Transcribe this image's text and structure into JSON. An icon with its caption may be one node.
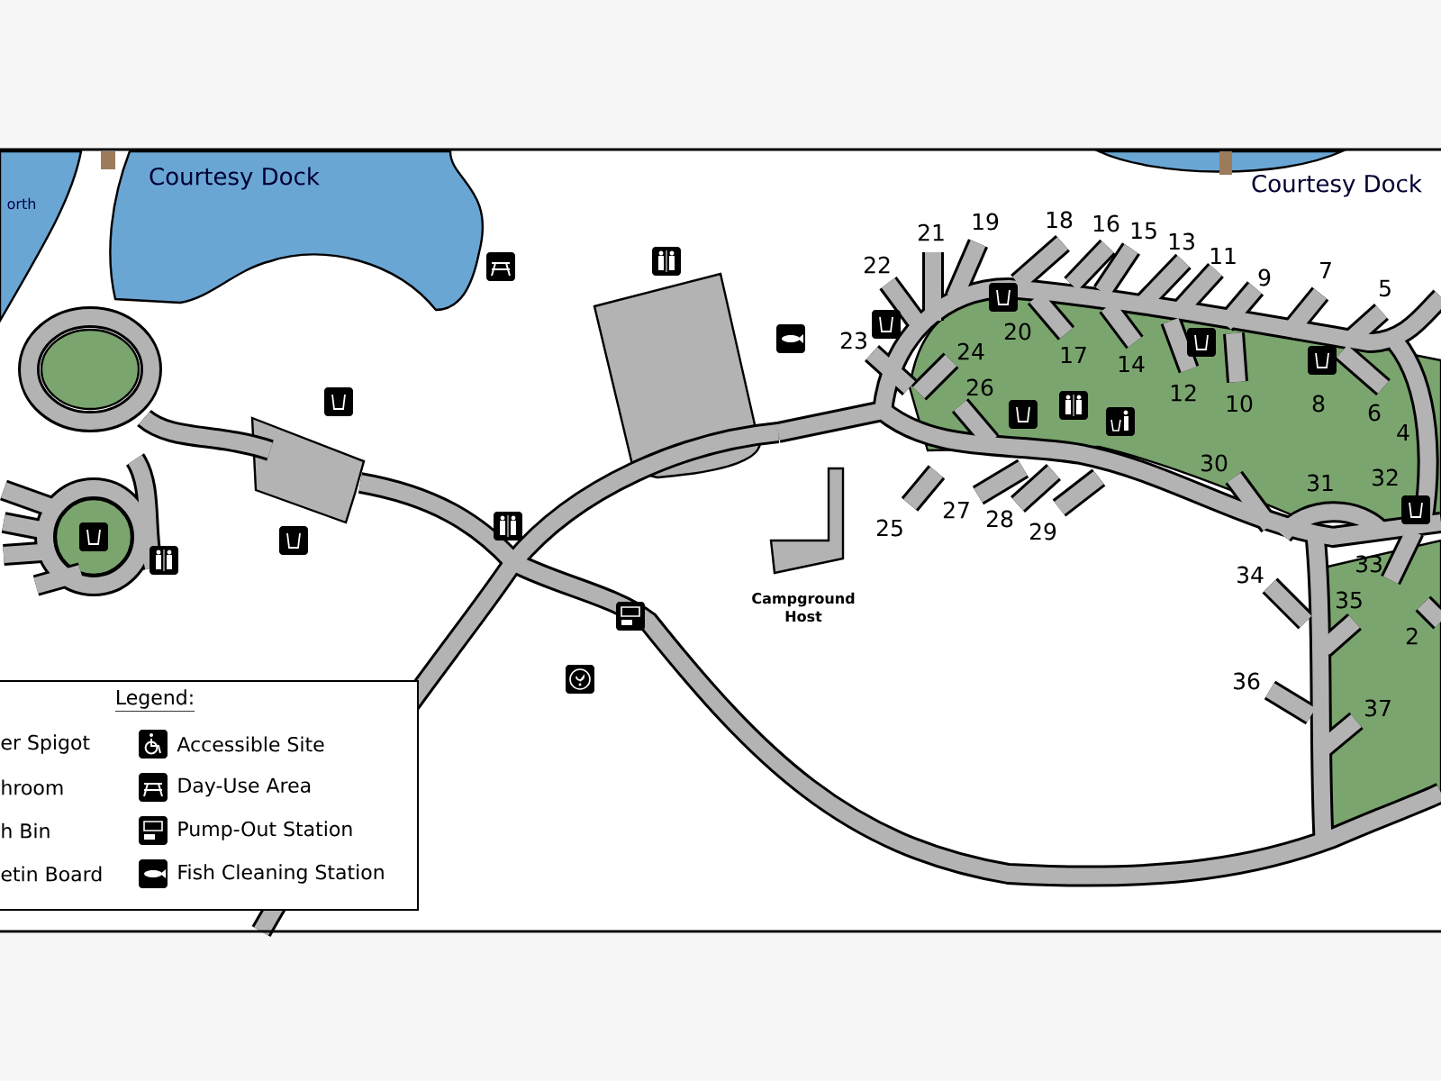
{
  "diagram": {
    "labels": [
      "orth",
      "Courtesy Dock",
      "Courtesy Dock",
      "19",
      "21",
      "18",
      "16",
      "15",
      "13",
      "11",
      "22",
      "9",
      "7",
      "5",
      "20",
      "23",
      "24",
      "17",
      "14",
      "12",
      "10",
      "8",
      "6",
      "26",
      "4",
      "30",
      "31",
      "32",
      "27",
      "28",
      "25",
      "29",
      "33",
      "34",
      "35",
      "2",
      "36",
      "37",
      "Campground Host",
      "Legend:"
    ],
    "legend": [
      {
        "text": "er Spigot"
      },
      {
        "text": "hroom"
      },
      {
        "text": "h Bin"
      },
      {
        "text": "etin Board"
      },
      {
        "text": "Accessible Site"
      },
      {
        "text": "Day-Use Area"
      },
      {
        "text": "Pump-Out Station"
      },
      {
        "text": "Fish Cleaning Station"
      }
    ]
  }
}
